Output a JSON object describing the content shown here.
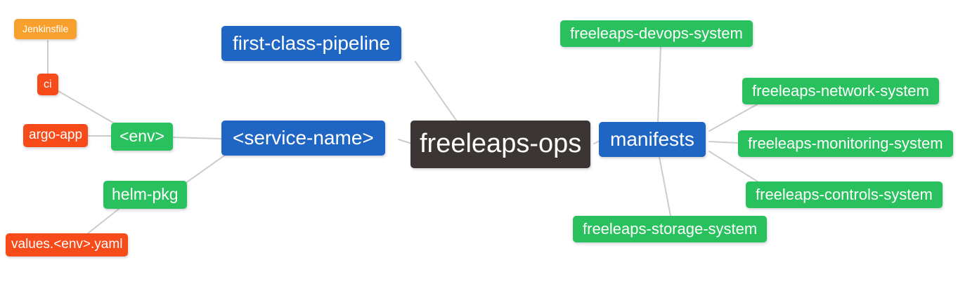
{
  "diagram": {
    "type": "mindmap",
    "root": "freeleaps-ops",
    "palette": {
      "root_bg": "#3b3633",
      "branch_bg": "#1f66c4",
      "leaf_green_bg": "#29c05e",
      "leaf_red_bg": "#f84b1a",
      "leaf_amber_bg": "#f7a02d",
      "edge": "#cccccc",
      "text": "#ffffff",
      "background": "#ffffff"
    },
    "nodes": {
      "freeleaps_ops": {
        "label": "freeleaps-ops",
        "color": "#3b3633"
      },
      "first_class_pipeline": {
        "label": "first-class-pipeline",
        "color": "#1f66c4"
      },
      "service_name": {
        "label": "<service-name>",
        "color": "#1f66c4"
      },
      "manifests": {
        "label": "manifests",
        "color": "#1f66c4"
      },
      "env": {
        "label": "<env>",
        "color": "#29c05e"
      },
      "helm_pkg": {
        "label": "helm-pkg",
        "color": "#29c05e"
      },
      "ci": {
        "label": "ci",
        "color": "#f84b1a"
      },
      "argo_app": {
        "label": "argo-app",
        "color": "#f84b1a"
      },
      "values_env_yaml": {
        "label": "values.<env>.yaml",
        "color": "#f84b1a"
      },
      "jenkinsfile": {
        "label": "Jenkinsfile",
        "color": "#f7a02d"
      },
      "devops_system": {
        "label": "freeleaps-devops-system",
        "color": "#29c05e"
      },
      "network_system": {
        "label": "freeleaps-network-system",
        "color": "#29c05e"
      },
      "monitoring_system": {
        "label": "freeleaps-monitoring-system",
        "color": "#29c05e"
      },
      "controls_system": {
        "label": "freeleaps-controls-system",
        "color": "#29c05e"
      },
      "storage_system": {
        "label": "freeleaps-storage-system",
        "color": "#29c05e"
      }
    },
    "edges": [
      [
        "jenkinsfile",
        "ci"
      ],
      [
        "ci",
        "env"
      ],
      [
        "argo_app",
        "env"
      ],
      [
        "env",
        "service_name"
      ],
      [
        "helm_pkg",
        "service_name"
      ],
      [
        "values_env_yaml",
        "helm_pkg"
      ],
      [
        "first_class_pipeline",
        "freeleaps_ops"
      ],
      [
        "service_name",
        "freeleaps_ops"
      ],
      [
        "freeleaps_ops",
        "manifests"
      ],
      [
        "manifests",
        "devops_system"
      ],
      [
        "manifests",
        "network_system"
      ],
      [
        "manifests",
        "monitoring_system"
      ],
      [
        "manifests",
        "controls_system"
      ],
      [
        "manifests",
        "storage_system"
      ]
    ]
  }
}
